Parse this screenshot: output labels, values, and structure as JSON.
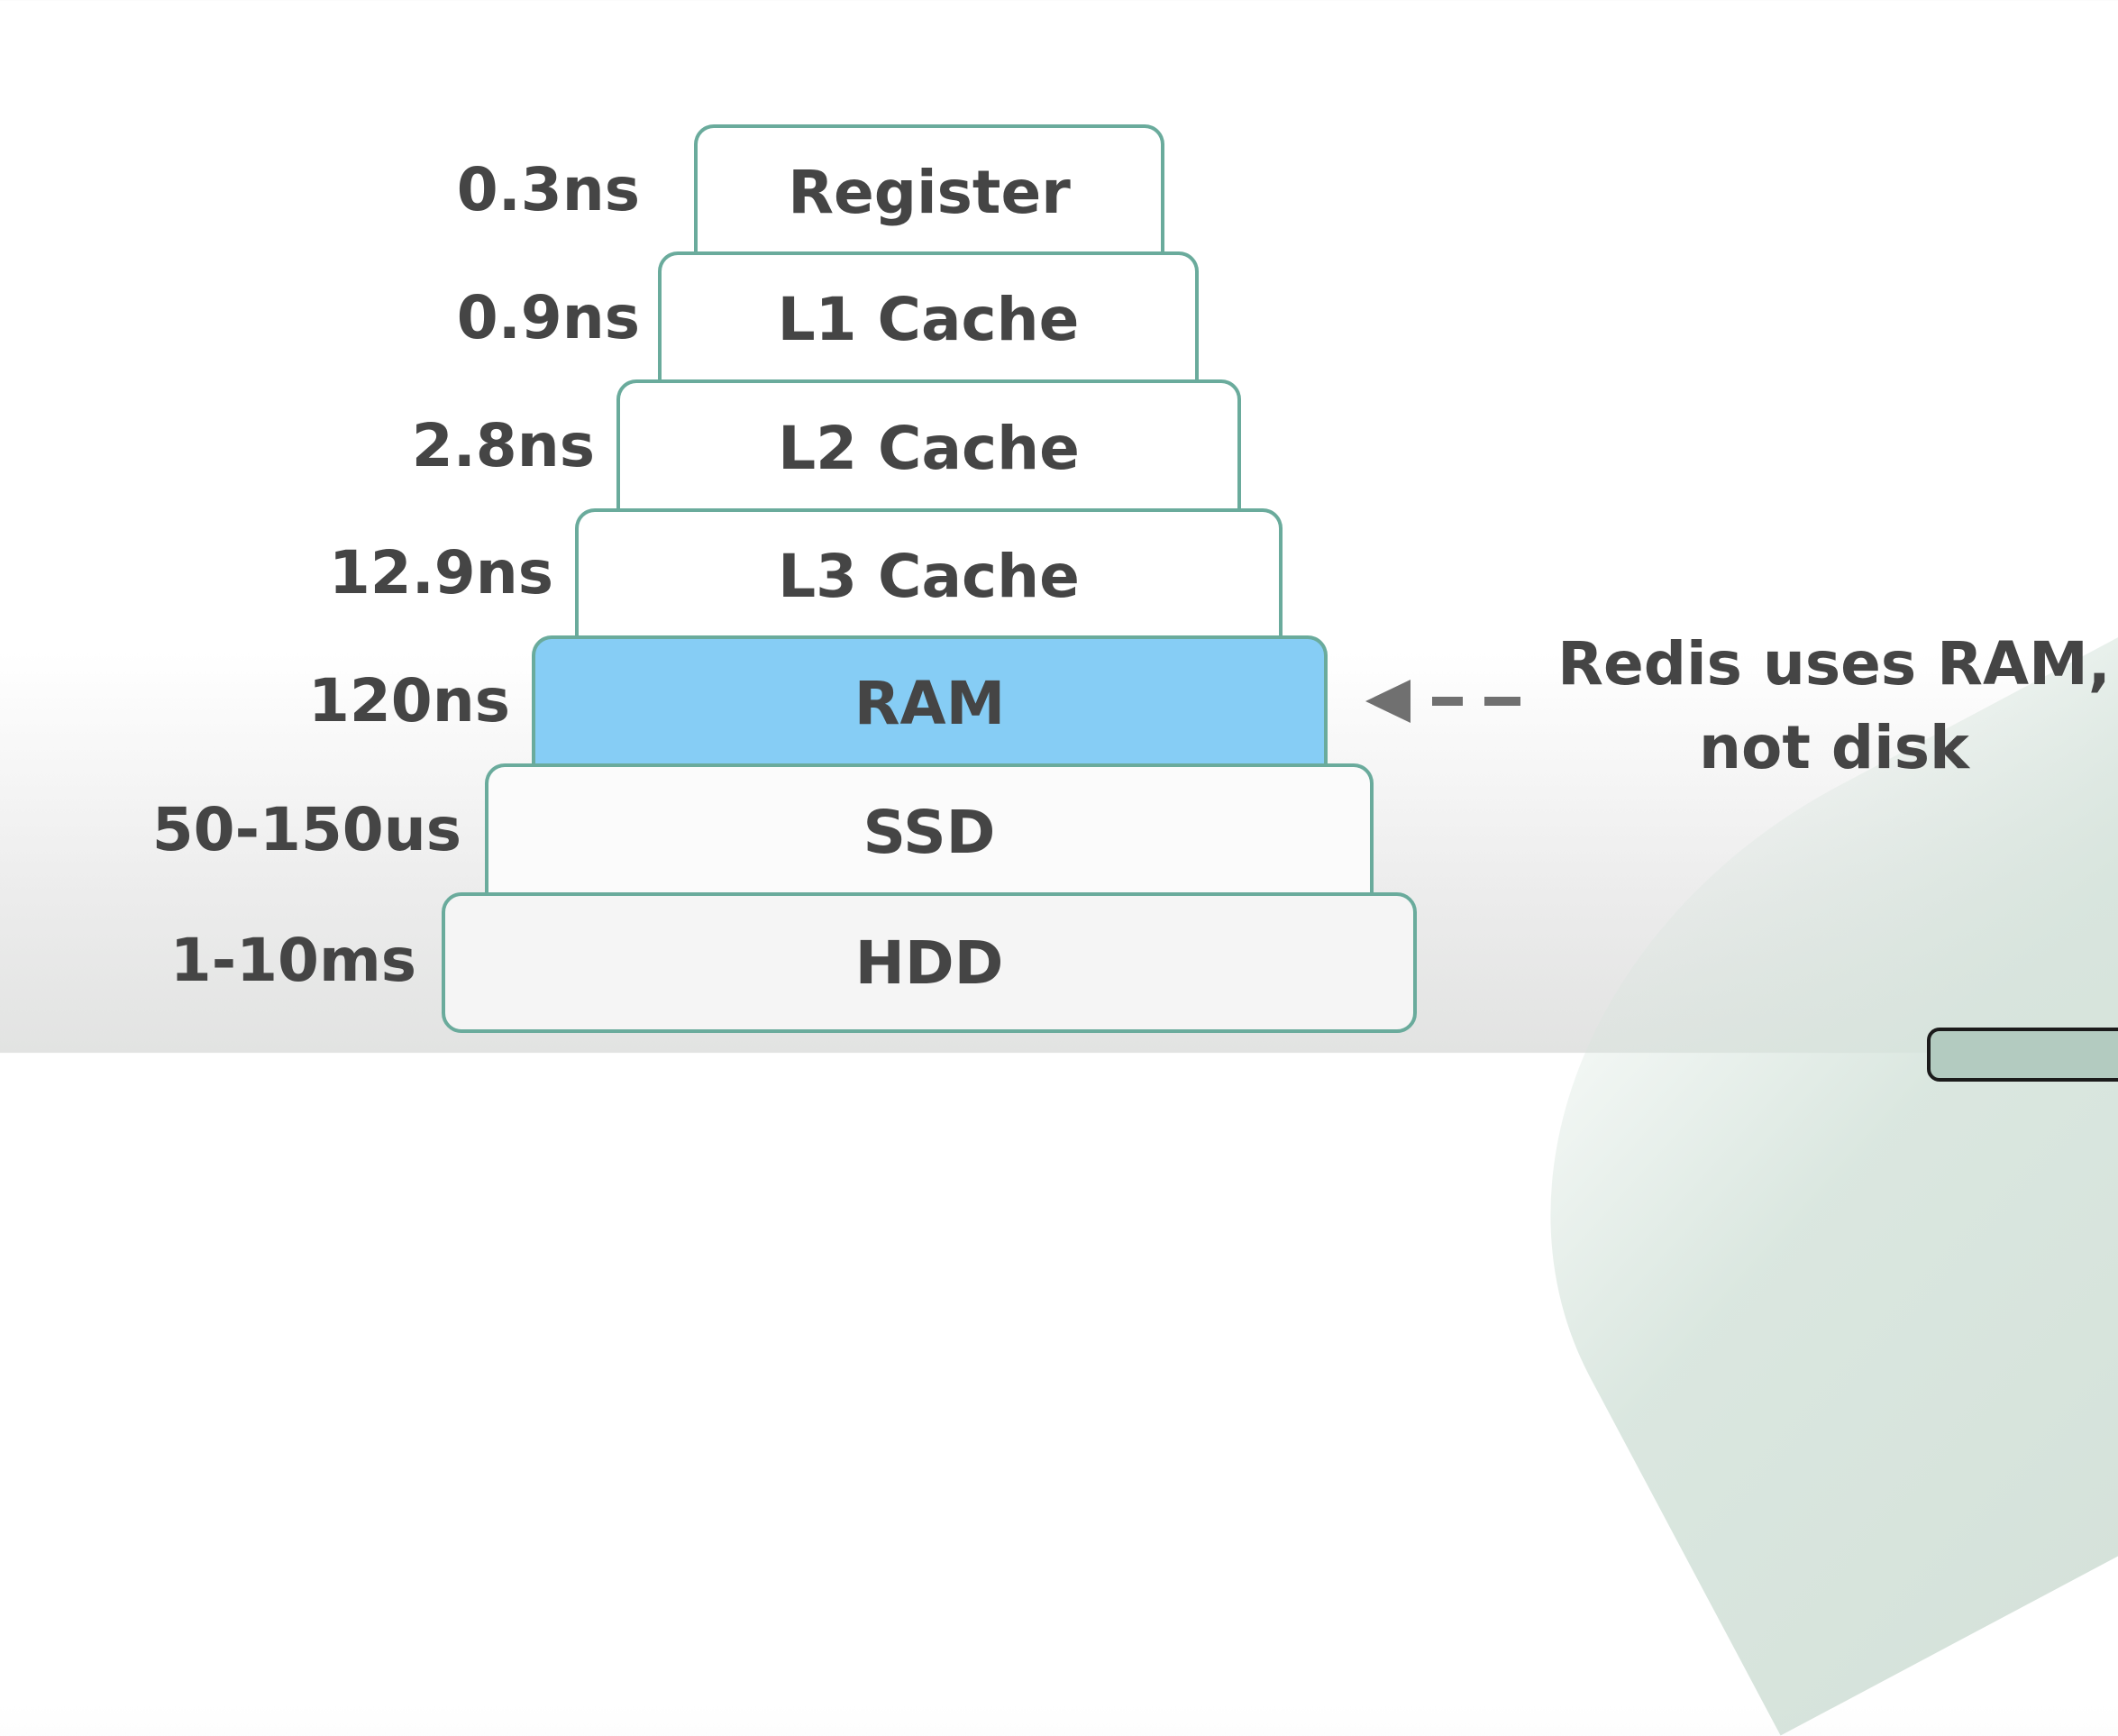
{
  "diagram": {
    "title": "Memory hierarchy latency",
    "tiers": [
      {
        "name": "Register",
        "latency": "0.3ns",
        "highlighted": false
      },
      {
        "name": "L1 Cache",
        "latency": "0.9ns",
        "highlighted": false
      },
      {
        "name": "L2 Cache",
        "latency": "2.8ns",
        "highlighted": false
      },
      {
        "name": "L3 Cache",
        "latency": "12.9ns",
        "highlighted": false
      },
      {
        "name": "RAM",
        "latency": "120ns",
        "highlighted": true
      },
      {
        "name": "SSD",
        "latency": "50-150us",
        "highlighted": false
      },
      {
        "name": "HDD",
        "latency": "1-10ms",
        "highlighted": false
      }
    ],
    "annotation": {
      "line1": "Redis uses RAM,",
      "line2": "not disk",
      "points_to": "RAM",
      "arrow_icon": "dashed-left-arrow-icon"
    },
    "colors": {
      "border": "#6aab9c",
      "highlight": "#86cdf5",
      "text": "#454545"
    }
  }
}
